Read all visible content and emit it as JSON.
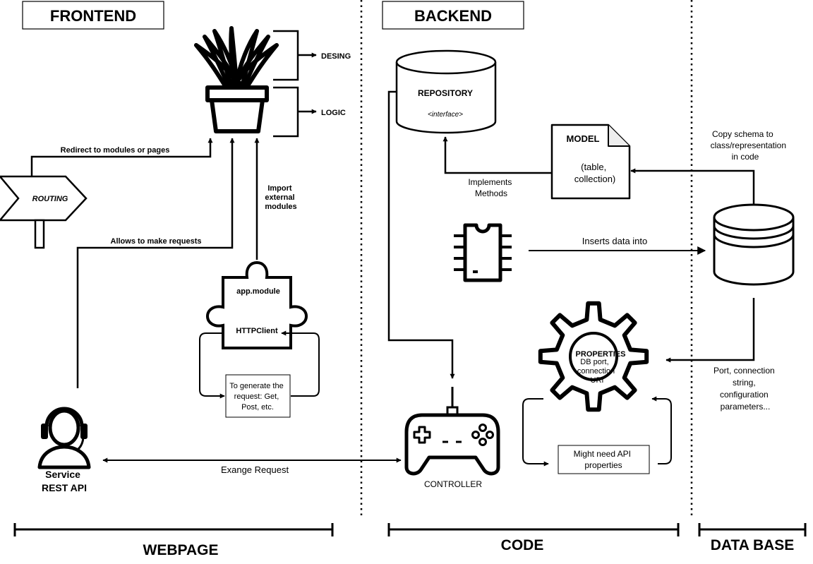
{
  "sections": {
    "frontend": "FRONTEND",
    "backend": "BACKEND"
  },
  "footer": {
    "webpage": "WEBPAGE",
    "code": "CODE",
    "database": "DATA BASE"
  },
  "frontend": {
    "design_label": "DESING",
    "logic_label": "LOGIC",
    "routing_label": "ROUTING",
    "redirect_label": "Redirect to modules or pages",
    "requests_label": "Allows to make requests",
    "import_label": [
      "Import",
      "external",
      "modules"
    ],
    "module_label": "app.module",
    "httpclient_label": "HTTPClient",
    "generate_note": [
      "To generate the",
      "request: Get,",
      "Post, etc."
    ],
    "service_label": [
      "Service",
      "REST API"
    ],
    "exchange_label": "Exange Request"
  },
  "backend": {
    "repository_label": "REPOSITORY",
    "interface_label": "<interface>",
    "model_title": "MODEL",
    "model_body": [
      "(table,",
      "collection)"
    ],
    "implements_label": [
      "Implements",
      "Methods"
    ],
    "inserts_label": "Inserts data into",
    "properties_title": "PROPERTIES",
    "properties_body": [
      "DB port,",
      "connection",
      "URI"
    ],
    "api_note": [
      "Might need API",
      "properties"
    ],
    "controller_label": "CONTROLLER"
  },
  "database": {
    "copy_label": [
      "Copy schema to",
      "class/representation",
      "in code"
    ],
    "port_label": [
      "Port, connection",
      "string,",
      "configuration",
      "parameters..."
    ]
  }
}
